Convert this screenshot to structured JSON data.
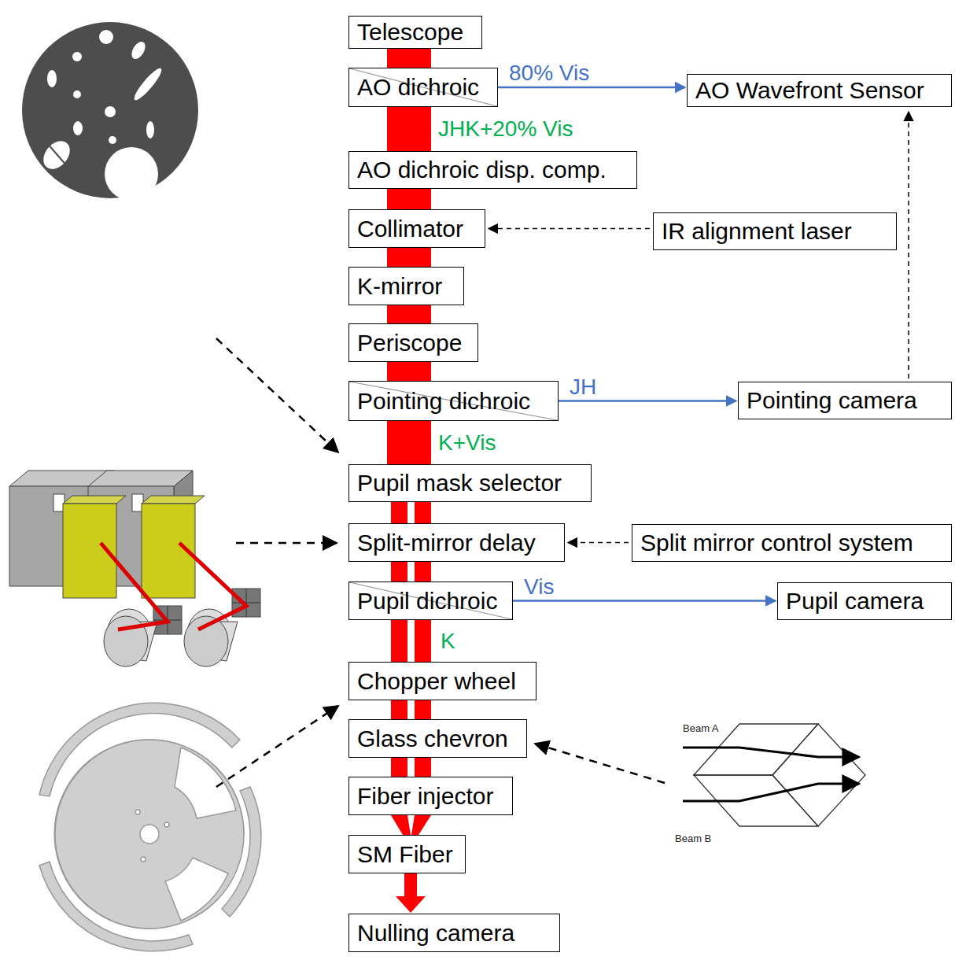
{
  "diagram": {
    "nodes": [
      {
        "text": [
          "Telescope"
        ]
      },
      {
        "text": [
          "AO dichroic"
        ]
      },
      {
        "text": [
          "AO Wavefront Sensor"
        ]
      },
      {
        "text": [
          "AO dichroic disp. comp."
        ]
      },
      {
        "text": [
          "Collimator"
        ]
      },
      {
        "text": [
          "IR alignment laser"
        ]
      },
      {
        "text": [
          "K-mirror"
        ]
      },
      {
        "text": [
          "Periscope"
        ]
      },
      {
        "text": [
          "Pointing dichroic"
        ]
      },
      {
        "text": [
          "Pointing camera"
        ]
      },
      {
        "text": [
          "Pupil mask selector"
        ]
      },
      {
        "text": [
          "Split-mirror delay"
        ]
      },
      {
        "text": [
          "Split mirror control system"
        ]
      },
      {
        "text": [
          "Pupil dichroic"
        ]
      },
      {
        "text": [
          "Pupil camera"
        ]
      },
      {
        "text": [
          "Chopper wheel"
        ]
      },
      {
        "text": [
          "Glass chevron"
        ]
      },
      {
        "text": [
          "Fiber injector"
        ]
      },
      {
        "text": [
          "SM Fiber"
        ]
      },
      {
        "text": [
          "Nulling camera"
        ]
      }
    ],
    "edges": [
      {
        "from": 0,
        "to": 1,
        "arrow": "none"
      },
      {
        "from": 1,
        "to": 3,
        "label": "JHK+20% Vis",
        "arrow": "none"
      },
      {
        "from": 3,
        "to": 4,
        "arrow": "none"
      },
      {
        "from": 4,
        "to": 6,
        "arrow": "none"
      },
      {
        "from": 6,
        "to": 7,
        "arrow": "none"
      },
      {
        "from": 7,
        "to": 8,
        "arrow": "none"
      },
      {
        "from": 8,
        "to": 10,
        "label": "K+Vis",
        "arrow": "none"
      },
      {
        "from": 10,
        "to": 11,
        "arrow": "none"
      },
      {
        "from": 11,
        "to": 13,
        "arrow": "none"
      },
      {
        "from": 13,
        "to": 15,
        "label": "K",
        "arrow": "none"
      },
      {
        "from": 15,
        "to": 16,
        "arrow": "none"
      },
      {
        "from": 16,
        "to": 17,
        "arrow": "none"
      },
      {
        "from": 17,
        "to": 18,
        "arrow": "none"
      },
      {
        "from": 18,
        "to": 19,
        "arrow": "to"
      },
      {
        "from": 1,
        "to": 2,
        "label": "80% Vis",
        "arrow": "to"
      },
      {
        "from": 8,
        "to": 9,
        "label": "JH",
        "arrow": "to"
      },
      {
        "from": 13,
        "to": 14,
        "label": "Vis",
        "arrow": "to"
      },
      {
        "from": 5,
        "to": 4,
        "arrow": "to"
      },
      {
        "from": 9,
        "to": 2,
        "arrow": "to"
      },
      {
        "from": 12,
        "to": 11,
        "arrow": "to"
      }
    ],
    "labels": [
      "Beam A",
      "Beam B"
    ]
  }
}
